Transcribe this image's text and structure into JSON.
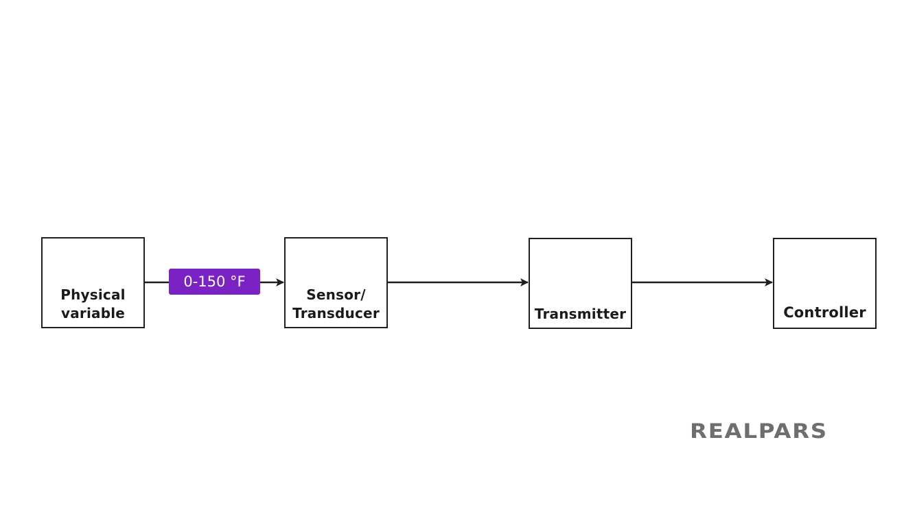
{
  "diagram": {
    "blocks": [
      {
        "id": "physical",
        "label": "Physical\nvariable"
      },
      {
        "id": "sensor",
        "label": "Sensor/\nTransducer"
      },
      {
        "id": "transmitter",
        "label": "Transmitter"
      },
      {
        "id": "controller",
        "label": "Controller"
      }
    ],
    "signal_label": "0-150 °F",
    "signal_color": "#7a22c4",
    "line_color": "#1f1f1f"
  },
  "logo": {
    "text": "REALPARS",
    "color": "#6e6e6e"
  }
}
